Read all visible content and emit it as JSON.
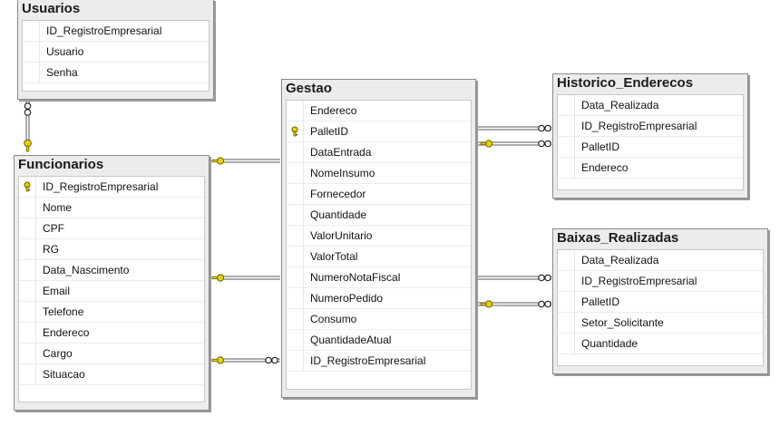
{
  "tables": {
    "usuarios": {
      "title": "Usuarios",
      "columns": [
        "ID_RegistroEmpresarial",
        "Usuario",
        "Senha"
      ],
      "pk_index": -1
    },
    "funcionarios": {
      "title": "Funcionarios",
      "columns": [
        "ID_RegistroEmpresarial",
        "Nome",
        "CPF",
        "RG",
        "Data_Nascimento",
        "Email",
        "Telefone",
        "Endereco",
        "Cargo",
        "Situacao"
      ],
      "pk_index": 0
    },
    "gestao": {
      "title": "Gestao",
      "columns": [
        "Endereco",
        "PalletID",
        "DataEntrada",
        "NomeInsumo",
        "Fornecedor",
        "Quantidade",
        "ValorUnitario",
        "ValorTotal",
        "NumeroNotaFiscal",
        "NumeroPedido",
        "Consumo",
        "QuantidadeAtual",
        "ID_RegistroEmpresarial"
      ],
      "pk_index": 1
    },
    "historico": {
      "title": "Historico_Enderecos",
      "columns": [
        "Data_Realizada",
        "ID_RegistroEmpresarial",
        "PalletID",
        "Endereco"
      ],
      "pk_index": -1
    },
    "baixas": {
      "title": "Baixas_Realizadas",
      "columns": [
        "Data_Realizada",
        "ID_RegistroEmpresarial",
        "PalletID",
        "Setor_Solicitante",
        "Quantidade"
      ],
      "pk_index": -1
    }
  },
  "icons": {
    "primary_key": "key-icon",
    "one_end": "key-icon",
    "many_end": "infinity-icon"
  },
  "colors": {
    "key": "#e8d400",
    "line": "#5a5a5a",
    "header_bg": "#ececec"
  }
}
